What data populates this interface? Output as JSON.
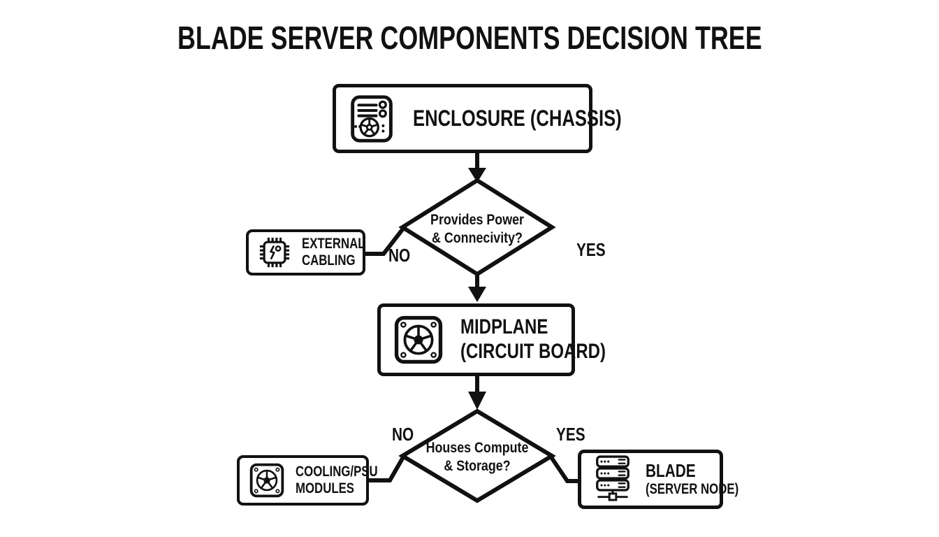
{
  "title": "BLADE SERVER COMPONENTS DECISION TREE",
  "colors": {
    "ink": "#111111",
    "background": "#ffffff"
  },
  "nodes": {
    "enclosure": {
      "label": "ENCLOSURE (CHASSIS)",
      "icon": "server-chassis-icon"
    },
    "decision1": {
      "line1": "Provides Power",
      "line2": "& Connecivity?"
    },
    "external_cabling": {
      "line1": "EXTERNAL",
      "line2": "CABLING",
      "icon": "microchip-icon"
    },
    "midplane": {
      "line1": "MIDPLANE",
      "line2": "(CIRCUIT BOARD)",
      "icon": "fan-icon"
    },
    "decision2": {
      "line1": "Houses Compute",
      "line2": "& Storage?"
    },
    "cooling_psu": {
      "line1": "COOLING/PSU",
      "line2": "MODULES",
      "icon": "fan-icon"
    },
    "blade": {
      "line1": "BLADE",
      "line2": "(SERVER NODE)",
      "icon": "rack-server-icon"
    }
  },
  "edge_labels": {
    "no1": "NO",
    "yes1": "YES",
    "no2": "NO",
    "yes2": "YES"
  }
}
